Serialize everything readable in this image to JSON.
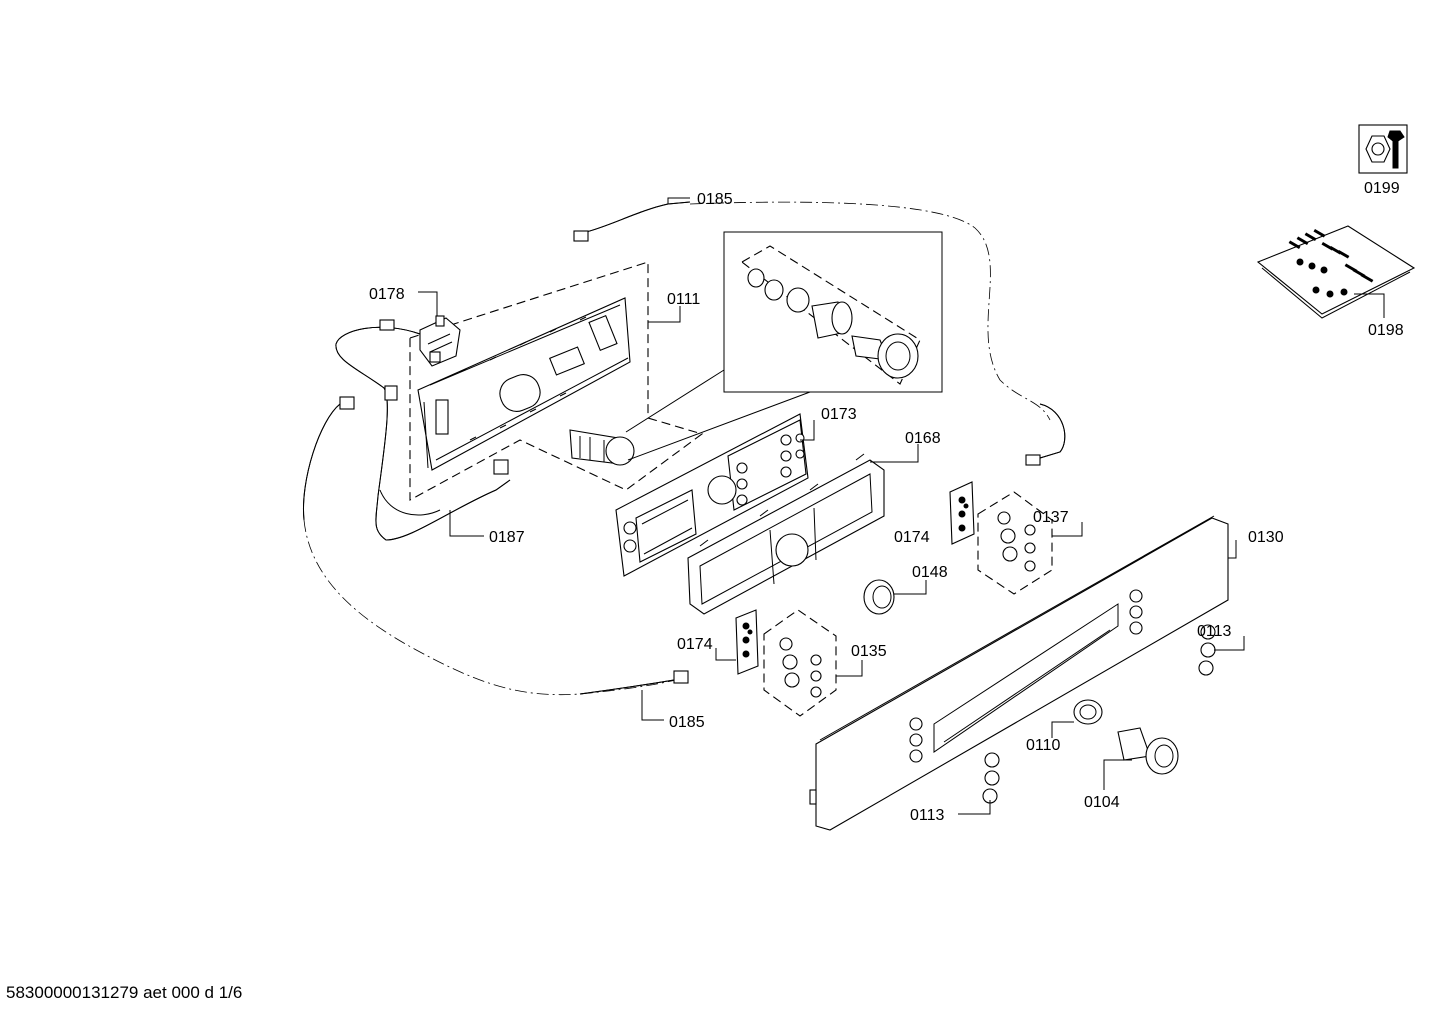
{
  "labels": {
    "p0199": "0199",
    "p0198": "0198",
    "p0185_top": "0185",
    "p0178": "0178",
    "p0111": "0111",
    "p0173": "0173",
    "p0168": "0168",
    "p0187": "0187",
    "p0174_a": "0174",
    "p0137": "0137",
    "p0130": "0130",
    "p0148": "0148",
    "p0174_b": "0174",
    "p0135": "0135",
    "p0113_a": "0113",
    "p0185_bottom": "0185",
    "p0110": "0110",
    "p0104": "0104",
    "p0113_b": "0113"
  },
  "footer": {
    "doc_id": "58300000131279 aet 000 d 1/6"
  },
  "icons": {
    "tool": "wrench-nut-icon",
    "kit": "screw-bag-icon"
  }
}
